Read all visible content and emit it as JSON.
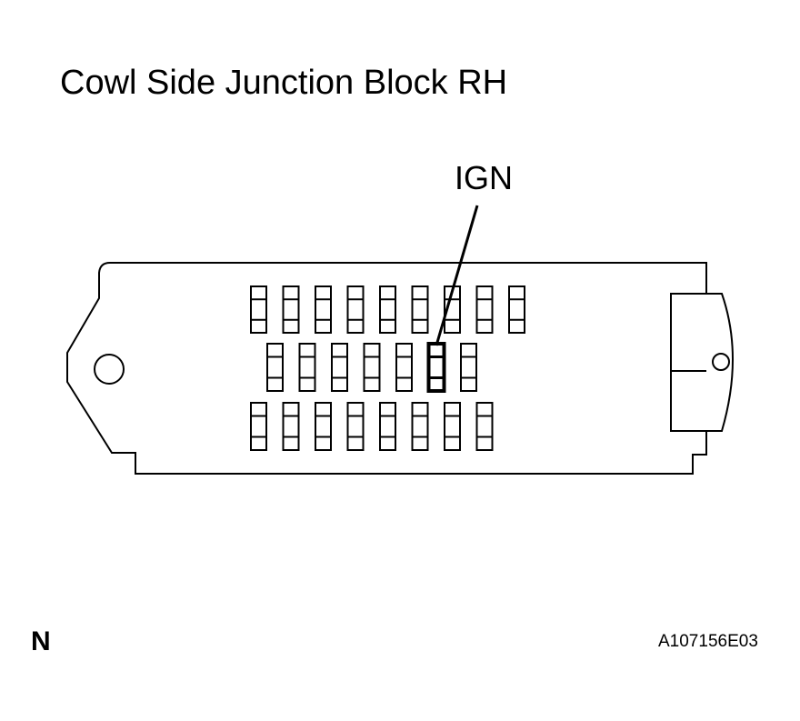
{
  "title": "Cowl Side Junction Block RH",
  "callout": {
    "label": "IGN"
  },
  "corner_letter": "N",
  "figure_id": "A107156E03",
  "fuse_rows": [
    {
      "row": "top",
      "count": 9
    },
    {
      "row": "middle",
      "count": 7,
      "highlighted_index": 5
    },
    {
      "row": "bottom",
      "count": 8
    }
  ],
  "colors": {
    "line": "#000000",
    "background": "#ffffff"
  }
}
